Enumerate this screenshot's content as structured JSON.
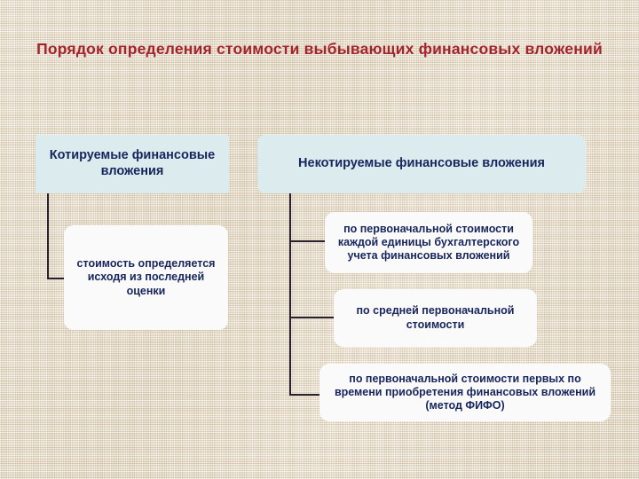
{
  "slide": {
    "title": "Порядок определения стоимости выбывающих финансовых вложений",
    "background_color": "#e3d8c3",
    "title_color": "#a3232b"
  },
  "nodes": {
    "quoted": {
      "label": "Котируемые финансовые вложения",
      "fill": "#dcecee",
      "text_color": "#16255c"
    },
    "unquoted": {
      "label": "Некотируемые финансовые вложения",
      "fill": "#dcecee",
      "text_color": "#16255c"
    },
    "last_evaluation": {
      "label": "стоимость определяется исходя из последней оценки",
      "fill": "#fafafa",
      "text_color": "#16255c"
    },
    "unit_cost": {
      "label": "по первоначальной стоимости каждой единицы бухгалтерского учета финансовых вложений",
      "fill": "#fafafa",
      "text_color": "#16255c"
    },
    "average_cost": {
      "label": "по средней первоначальной стоимости",
      "fill": "#fafafa",
      "text_color": "#16255c"
    },
    "fifo": {
      "label": "по первоначальной стоимости первых по времени приобретения финансовых вложений (метод ФИФО)",
      "fill": "#fafafa",
      "text_color": "#16255c"
    }
  }
}
